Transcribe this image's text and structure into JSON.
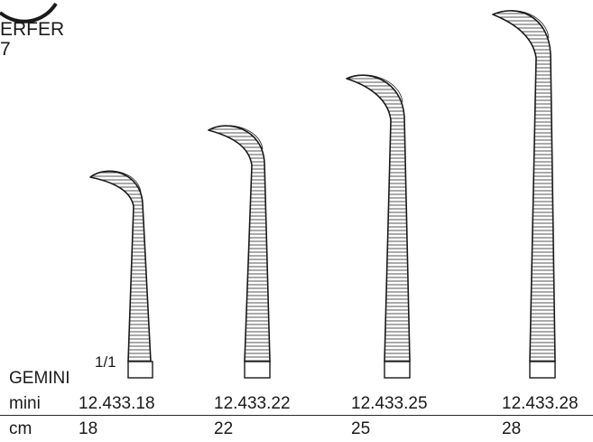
{
  "header": {
    "line1": "ERFER",
    "line2": "7"
  },
  "scale_mark": "1/1",
  "series_label": "GEMINI",
  "row_article": {
    "label": "mini",
    "values": [
      "12.433.18",
      "12.433.22",
      "12.433.25",
      "12.433.28"
    ]
  },
  "row_length": {
    "label": "cm",
    "values": [
      "18",
      "22",
      "25",
      "28"
    ]
  },
  "colors": {
    "ink": "#1a1a1a",
    "hatch": "#555555"
  }
}
